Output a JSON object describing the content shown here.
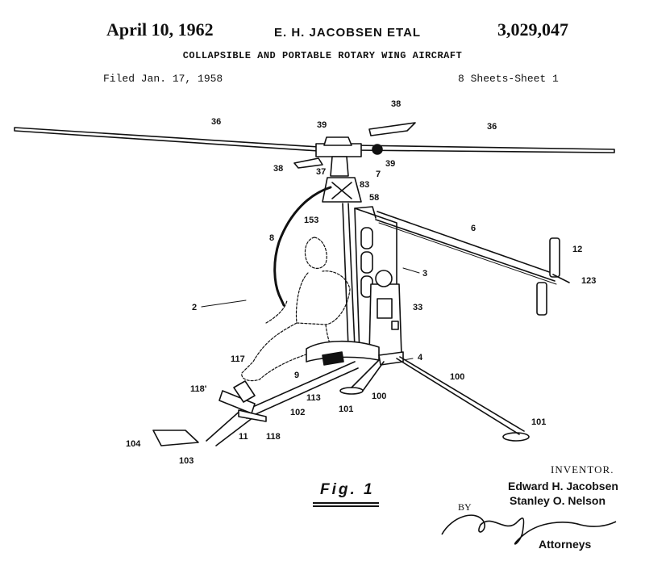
{
  "header": {
    "date": "April 10, 1962",
    "inventors": "E. H. JACOBSEN ETAL",
    "patent_number": "3,029,047",
    "title": "COLLAPSIBLE AND PORTABLE ROTARY WING AIRCRAFT",
    "filed": "Filed Jan. 17, 1958",
    "sheet": "8 Sheets-Sheet 1"
  },
  "figure": {
    "caption": "Fig. 1",
    "labels": {
      "blade_left": "36",
      "blade_right": "36",
      "tip_top": "38",
      "tip_left": "38",
      "hub_top": "39",
      "hub_right": "39",
      "hub_37": "37",
      "hub_7": "7",
      "n83": "83",
      "n58": "58",
      "n153": "153",
      "n8": "8",
      "n6": "6",
      "n12": "12",
      "n123": "123",
      "n3": "3",
      "n33": "33",
      "n2": "2",
      "n4": "4",
      "n117": "117",
      "n9": "9",
      "n100_mid": "100",
      "n100_right": "100",
      "n113": "113",
      "n101_mid": "101",
      "n101_right": "101",
      "n118p": "118'",
      "n102": "102",
      "n11": "11",
      "n118": "118",
      "n104": "104",
      "n103": "103"
    }
  },
  "footer": {
    "inventor_heading": "INVENTOR.",
    "inventor_1": "Edward H. Jacobsen",
    "inventor_2": "Stanley O. Nelson",
    "by": "BY",
    "signature": "Fryer & Johnson",
    "attorneys": "Attorneys"
  }
}
